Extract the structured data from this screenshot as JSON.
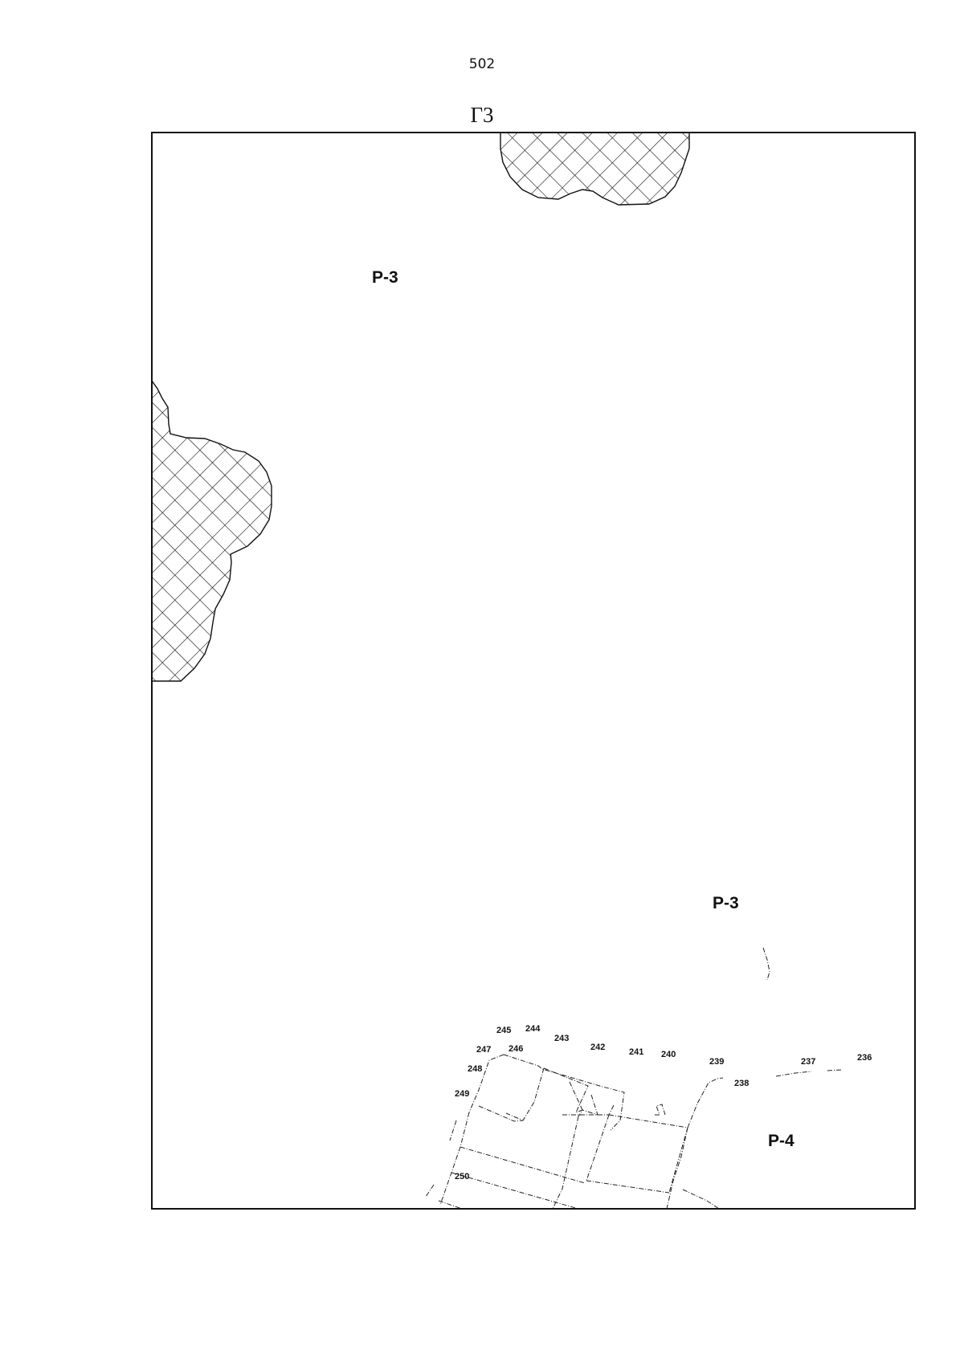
{
  "page_number": "502",
  "sheet_title": "Г3",
  "zones": {
    "top_left": "P-3",
    "right_middle": "P-3",
    "bottom_right": "P-4"
  },
  "parcels": {
    "p236": "236",
    "p237": "237",
    "p238": "238",
    "p239": "239",
    "p240": "240",
    "p241": "241",
    "p242": "242",
    "p243": "243",
    "p244": "244",
    "p245": "245",
    "p246": "246",
    "p247": "247",
    "p248": "248",
    "p249": "249",
    "p250": "250"
  }
}
